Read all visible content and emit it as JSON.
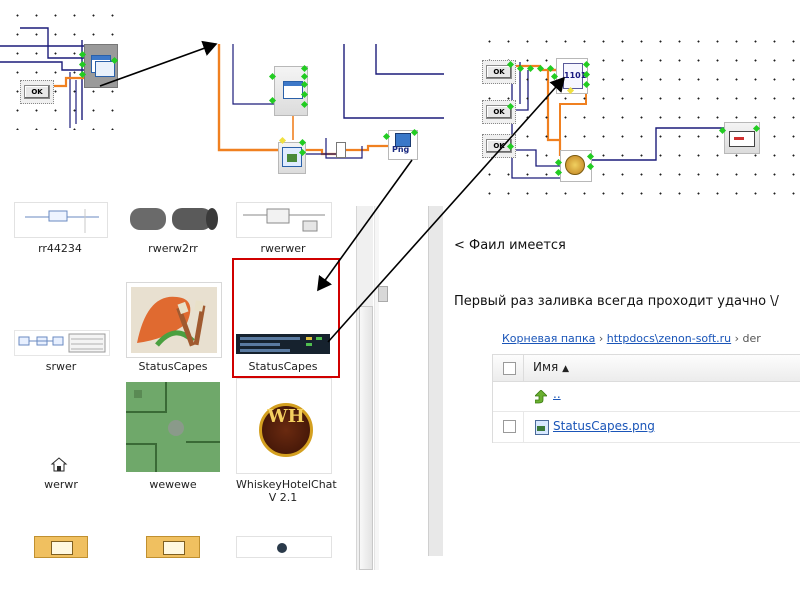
{
  "screenshots": {
    "ok_label": "OK",
    "png_label": "Png",
    "file_num_label": "1101"
  },
  "explorer": {
    "items": [
      {
        "label": "rr44234"
      },
      {
        "label": "rwerw2rr"
      },
      {
        "label": "rwerwer"
      },
      {
        "label": "srwer"
      },
      {
        "label": "StatusCapes"
      },
      {
        "label": "StatusCapes"
      },
      {
        "label": "werwr"
      },
      {
        "label": "wewewe"
      },
      {
        "label": "WhiskeyHotelChat V 2.1"
      }
    ],
    "wh_logo_text": "WH"
  },
  "notes": {
    "file_exists": "< Фаил имеется",
    "first_upload": "Первый раз заливка всегда проходит удачно \\/"
  },
  "file_manager": {
    "breadcrumb_root": "Корневая папка",
    "breadcrumb_sep1": "›",
    "breadcrumb_mid": "httpdocs\\zenon-soft.ru",
    "breadcrumb_sep2": "›",
    "breadcrumb_last": "der",
    "col_name": "Имя",
    "sort_indicator": "▲",
    "up_link": "..",
    "file_name": "StatusCapes.png"
  },
  "colors": {
    "wire_orange": "#f08020",
    "wire_navy": "#1c1c7a",
    "highlight_red": "#d00000"
  }
}
